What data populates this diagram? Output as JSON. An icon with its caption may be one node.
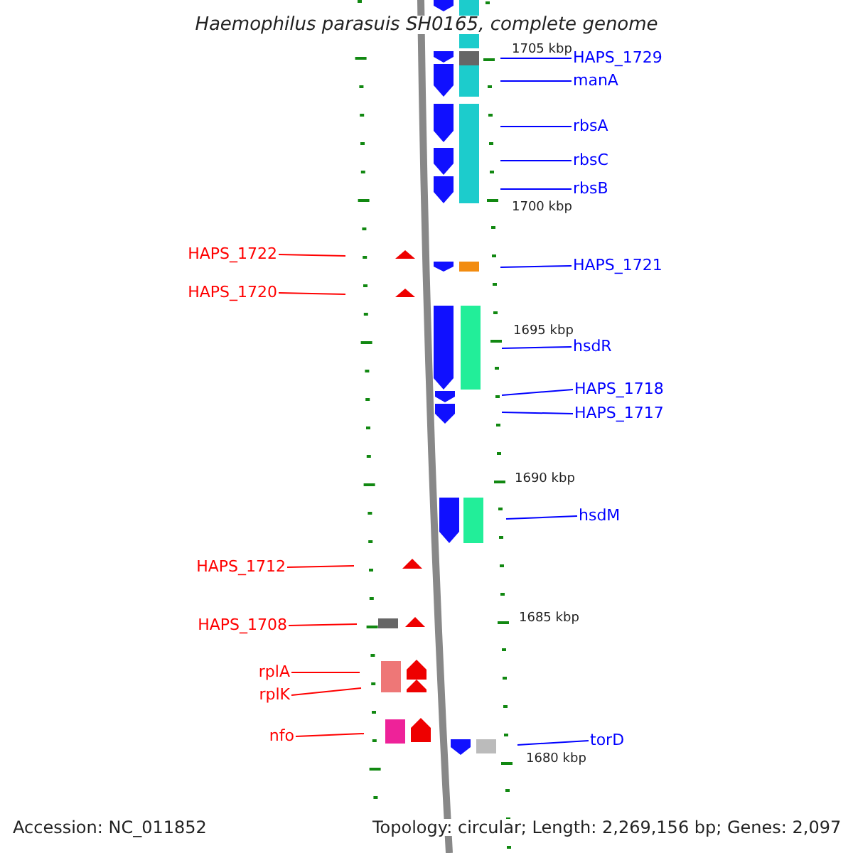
{
  "diagram": {
    "title": "Haemophilus parasuis SH0165, complete genome",
    "nodes": [
      {
        "text": [
          "HAPS_1729"
        ]
      },
      {
        "text": [
          "manA"
        ]
      },
      {
        "text": [
          "rbsA"
        ]
      },
      {
        "text": [
          "rbsC"
        ]
      },
      {
        "text": [
          "rbsB"
        ]
      },
      {
        "text": [
          "HAPS_1722"
        ]
      },
      {
        "text": [
          "HAPS_1721"
        ]
      },
      {
        "text": [
          "HAPS_1720"
        ]
      },
      {
        "text": [
          "hsdR"
        ]
      },
      {
        "text": [
          "HAPS_1718"
        ]
      },
      {
        "text": [
          "HAPS_1717"
        ]
      },
      {
        "text": [
          "hsdM"
        ]
      },
      {
        "text": [
          "HAPS_1712"
        ]
      },
      {
        "text": [
          "HAPS_1708"
        ]
      },
      {
        "text": [
          "rplA"
        ]
      },
      {
        "text": [
          "rplK"
        ]
      },
      {
        "text": [
          "nfo"
        ]
      },
      {
        "text": [
          "torD"
        ]
      }
    ],
    "edges": [
      {
        "from": 0,
        "to": null,
        "arrow": "none"
      },
      {
        "from": 1,
        "to": null,
        "arrow": "none"
      },
      {
        "from": 2,
        "to": null,
        "arrow": "none"
      },
      {
        "from": 3,
        "to": null,
        "arrow": "none"
      },
      {
        "from": 4,
        "to": null,
        "arrow": "none"
      },
      {
        "from": 5,
        "to": null,
        "arrow": "none",
        "color": "#ff0000"
      },
      {
        "from": 6,
        "to": null,
        "arrow": "none"
      },
      {
        "from": 7,
        "to": null,
        "arrow": "none",
        "color": "#ff0000"
      },
      {
        "from": 8,
        "to": null,
        "arrow": "none"
      },
      {
        "from": 9,
        "to": null,
        "arrow": "none"
      },
      {
        "from": 10,
        "to": null,
        "arrow": "none"
      },
      {
        "from": 11,
        "to": null,
        "arrow": "none"
      },
      {
        "from": 12,
        "to": null,
        "arrow": "none",
        "color": "#ff0000"
      },
      {
        "from": 13,
        "to": null,
        "arrow": "none",
        "color": "#ff0000"
      },
      {
        "from": 14,
        "to": null,
        "arrow": "none",
        "color": "#ff0000"
      },
      {
        "from": 15,
        "to": null,
        "arrow": "none",
        "color": "#ff0000"
      },
      {
        "from": 16,
        "to": null,
        "arrow": "none",
        "color": "#ff0000"
      },
      {
        "from": 17,
        "to": null,
        "arrow": "none"
      }
    ],
    "labels": [
      "1705 kbp",
      "1700 kbp",
      "1695 kbp",
      "1690 kbp",
      "1685 kbp",
      "1680 kbp",
      "Accession: NC_011852",
      "Topology: circular; Length: 2,269,156 bp; Genes: 2,097"
    ]
  }
}
